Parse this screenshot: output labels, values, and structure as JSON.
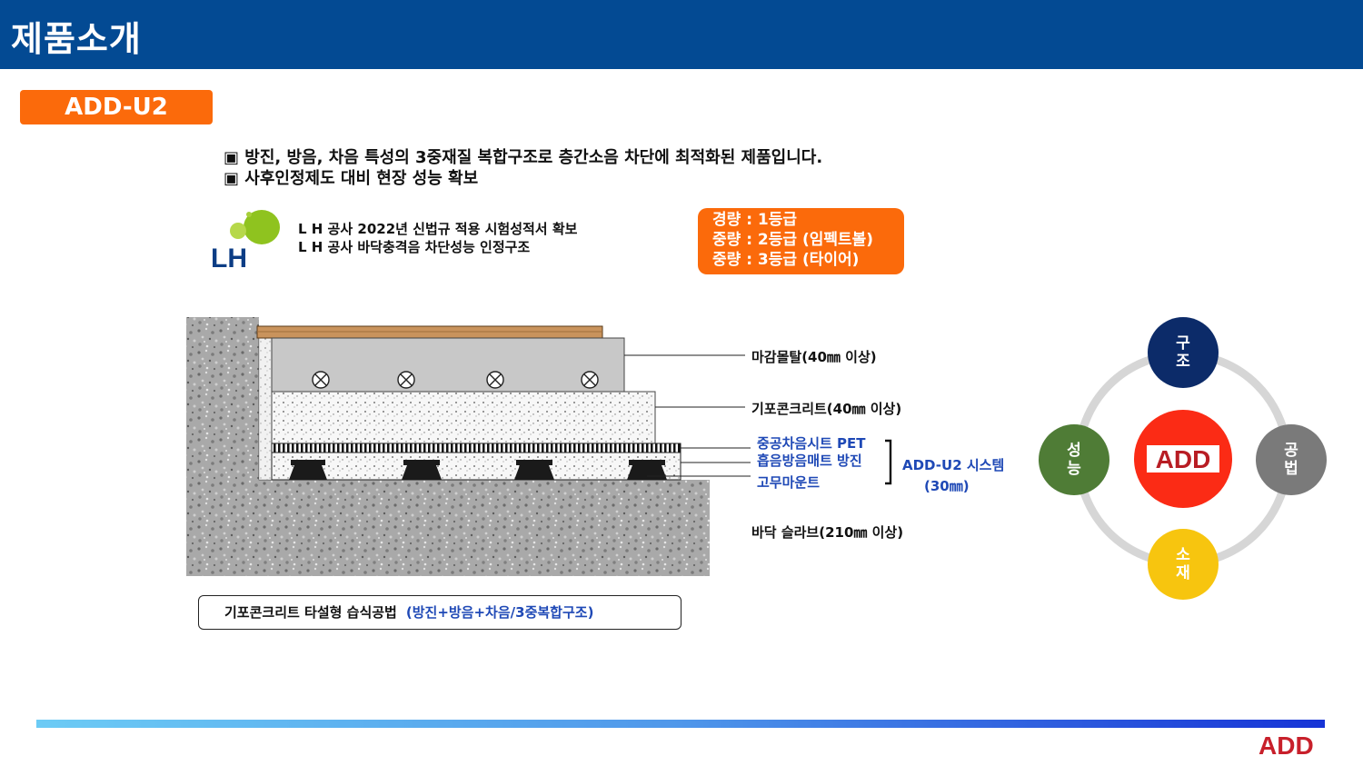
{
  "header": {
    "title": "제품소개"
  },
  "badge": {
    "model": "ADD-U2"
  },
  "intro": {
    "lines": [
      "▣ 방진, 방음, 차음 특성의 3중재질 복합구조로 층간소음 차단에 최적화된 제품입니다.",
      "▣ 사후인정제도 대비 현장 성능 확보"
    ]
  },
  "lh": {
    "logo_text": "LH",
    "lines": [
      "L H 공사  2022년 신법규 적용 시험성적서 확보",
      "L H 공사 바닥충격음  차단성능 인정구조"
    ]
  },
  "grades": [
    "경량 : 1등급",
    "중량 : 2등급 (임펙트볼)",
    "중량 : 3등급 (타이어)"
  ],
  "layers": {
    "finish_mortar": "마감몰탈(40㎜ 이상)",
    "foam_concrete": "기포콘크리트(40㎜ 이상)",
    "pet_sheet": "중공차음시트 PET",
    "mat": "흡음방음매트 방진",
    "rubber_mount": "고무마운트",
    "system_name": "ADD-U2 시스템",
    "system_thickness": "(30㎜)",
    "slab": "바닥 슬라브(210㎜ 이상)"
  },
  "method": {
    "label": "기포콘크리트 타설형 습식공법",
    "detail": "(방진+방음+차음/3중복합구조)"
  },
  "circle_diagram": {
    "center_logo": "ADD",
    "top": {
      "label": "구조",
      "color": "#0c2b69"
    },
    "right": {
      "label": "공법",
      "color": "#7a7a7a"
    },
    "bottom": {
      "label": "소재",
      "color": "#f7c50f"
    },
    "left": {
      "label": "성능",
      "color": "#4f7c36"
    },
    "center_color": "#fb2b15",
    "ring_color": "#d6d6d6"
  },
  "footer": {
    "logo": "ADD"
  }
}
